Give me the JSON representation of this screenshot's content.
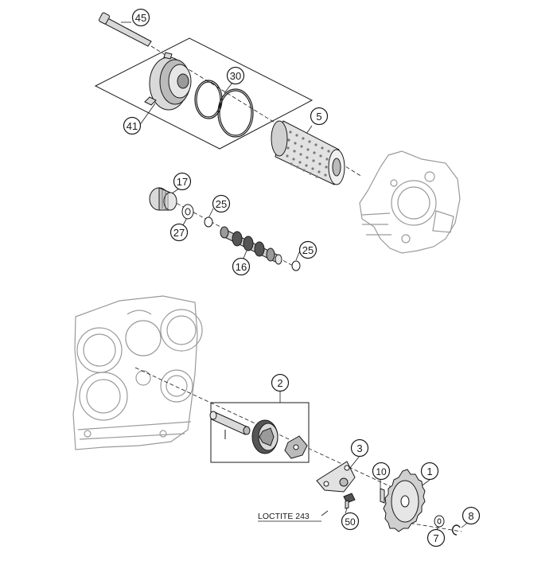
{
  "callouts": {
    "c1": "1",
    "c2": "2",
    "c3": "3",
    "c5": "5",
    "c7": "7",
    "c8": "8",
    "c10": "10",
    "c16": "16",
    "c17": "17",
    "c25a": "25",
    "c25b": "25",
    "c27": "27",
    "c30": "30",
    "c41": "41",
    "c45": "45",
    "c50": "50"
  },
  "notes": {
    "loctite": "LOCTITE 243"
  },
  "colors": {
    "line": "#1a1a1a",
    "ghost": "#9a9a9a",
    "part_fill": "#d9d9d9",
    "dark_fill": "#555555",
    "background": "#ffffff"
  }
}
